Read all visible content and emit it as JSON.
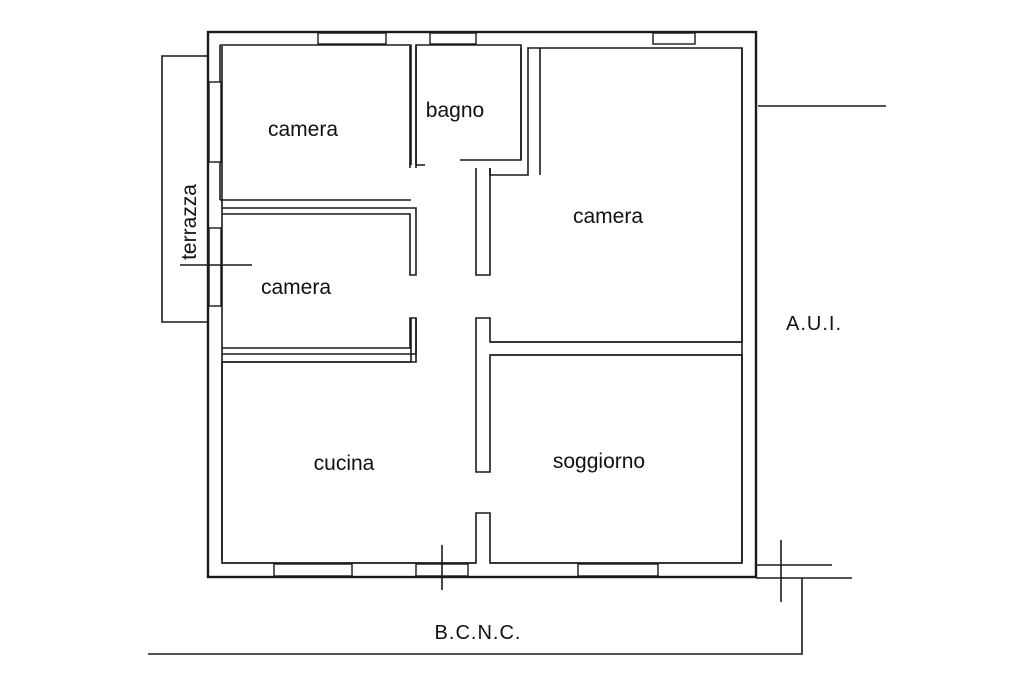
{
  "rooms": {
    "camera_top_left": "camera",
    "bagno": "bagno",
    "camera_right": "camera",
    "camera_mid_left": "camera",
    "cucina": "cucina",
    "soggiorno": "soggiorno"
  },
  "annotations": {
    "terrazza": "terrazza",
    "aui": "A.U.I.",
    "bcnc": "B.C.N.C."
  }
}
